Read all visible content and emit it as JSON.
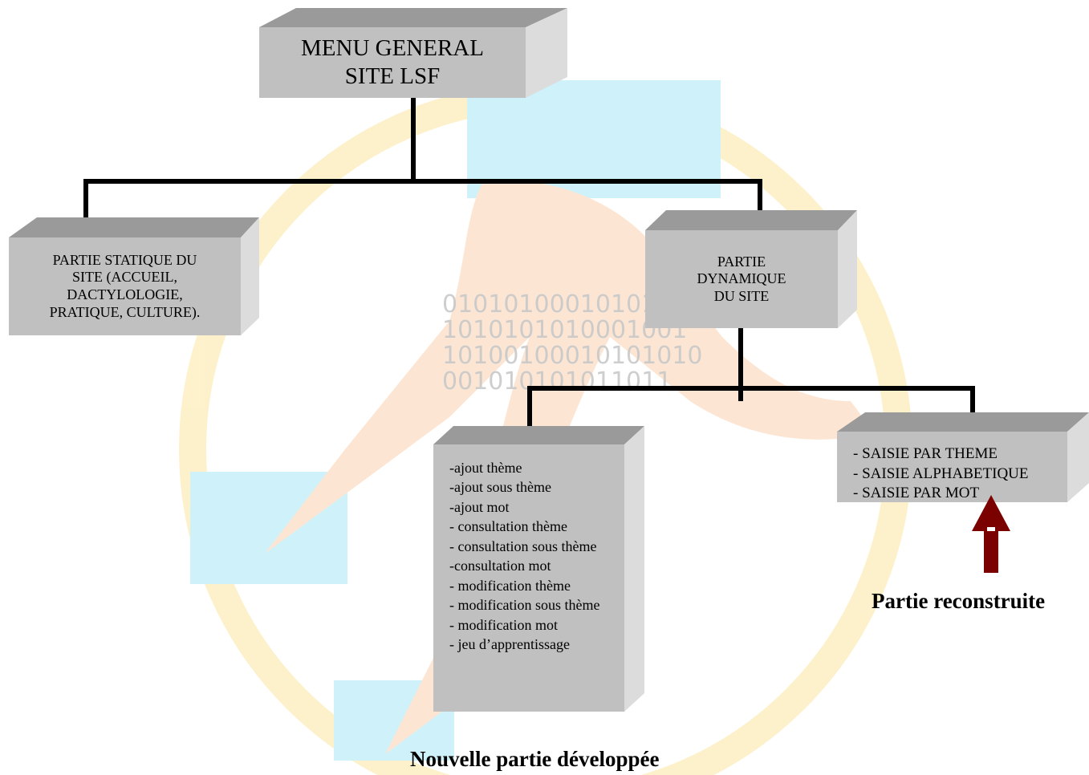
{
  "diagram": {
    "main_box": {
      "lines": [
        "MENU GENERAL",
        "SITE LSF"
      ]
    },
    "static_box": {
      "lines": [
        "PARTIE STATIQUE DU",
        "SITE (ACCUEIL,",
        "DACTYLOLOGIE,",
        "PRATIQUE, CULTURE)."
      ]
    },
    "dynamic_box": {
      "lines": [
        "PARTIE",
        "DYNAMIQUE",
        "DU SITE"
      ]
    },
    "features_box": {
      "lines": [
        "-ajout thème",
        "-ajout sous thème",
        "-ajout mot",
        "- consultation thème",
        "- consultation sous thème",
        "-consultation mot",
        "- modification thème",
        "- modification sous thème",
        "- modification mot",
        "- jeu d’apprentissage"
      ]
    },
    "saisie_box": {
      "lines": [
        "- SAISIE PAR THEME",
        "- SAISIE ALPHABETIQUE",
        "- SAISIE PAR MOT"
      ]
    },
    "captions": {
      "rebuilt": "Partie reconstruite",
      "new": "Nouvelle partie développée"
    },
    "watermark": {
      "binary_lines": [
        "010101000101010",
        "1010101010001001",
        "10100100010101010",
        "001010101011011"
      ]
    }
  },
  "colors": {
    "box_face": "#c0c0c0",
    "box_top": "#9a9a9a",
    "box_side": "#dcdcdc",
    "connector": "#000000",
    "arrow": "#7b0000",
    "watermark_blue": "#b6ecf7",
    "watermark_orange": "#fbdcc2",
    "watermark_yellow": "#fdf0b8"
  }
}
